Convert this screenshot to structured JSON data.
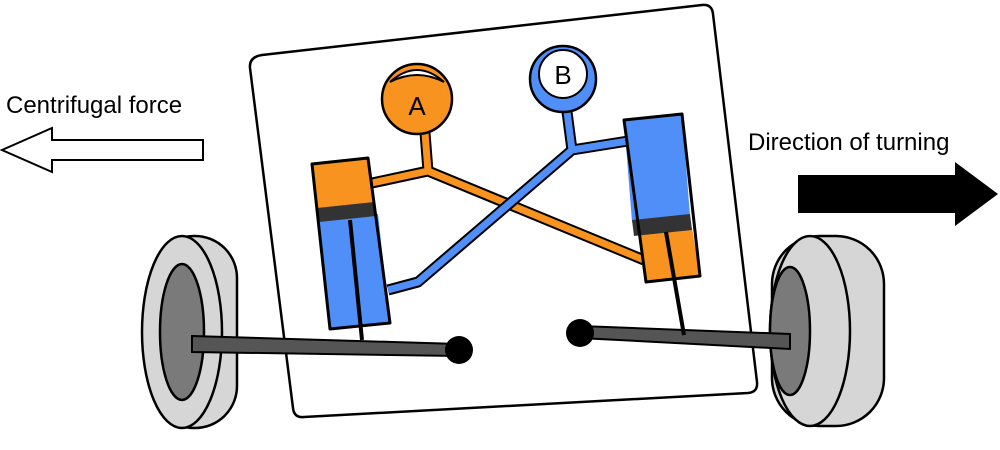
{
  "labels": {
    "left_arrow": "Centrifugal force",
    "right_arrow": "Direction of turning",
    "accumulator_a": "A",
    "accumulator_b": "B"
  },
  "colors": {
    "circuit_a": "#f7931e",
    "circuit_b": "#4f8ff7",
    "tire": "#d6d6d6",
    "axle": "#555555",
    "outline": "#000000"
  }
}
